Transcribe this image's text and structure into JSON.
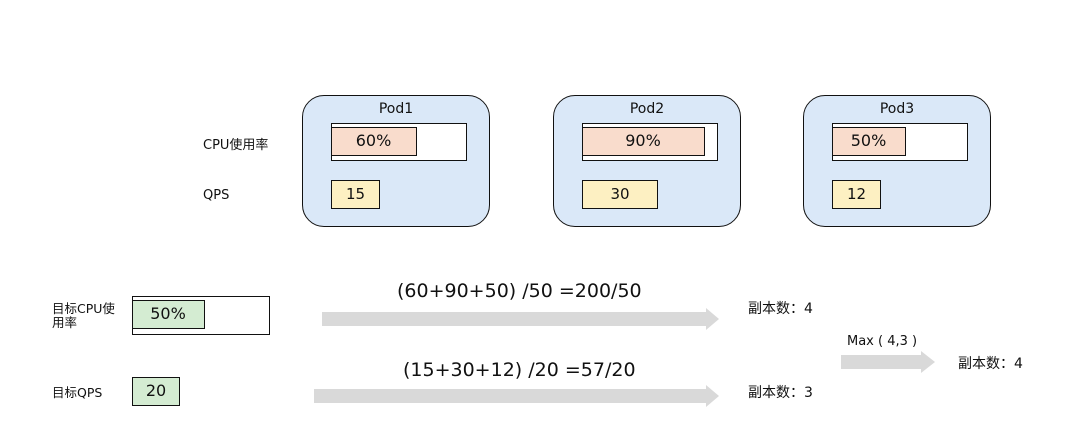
{
  "row_labels": {
    "cpu": "CPU使用率",
    "qps": "QPS"
  },
  "pods": [
    {
      "name": "Pod1",
      "cpu": "60%",
      "cpu_fraction": 0.6,
      "qps": "15"
    },
    {
      "name": "Pod2",
      "cpu": "90%",
      "cpu_fraction": 0.9,
      "qps": "30"
    },
    {
      "name": "Pod3",
      "cpu": "50%",
      "cpu_fraction": 0.5,
      "qps": "12"
    }
  ],
  "targets": {
    "cpu_label": "目标CPU使用率",
    "cpu_value": "50%",
    "cpu_fraction": 0.5,
    "qps_label": "目标QPS",
    "qps_value": "20"
  },
  "formulas": {
    "cpu": "(60+90+50) /50 =200/50",
    "qps": "(15+30+12) /20 =57/20"
  },
  "results": {
    "cpu": "副本数：4",
    "qps": "副本数：3",
    "max_label": "Max ( 4,3 )",
    "final": "副本数：4"
  },
  "colors": {
    "pod_bg": "#dae8f8",
    "cpu_fill": "#f9dccc",
    "qps_fill": "#fdf0c2",
    "target_fill": "#d4ecd2",
    "arrow": "#d9d9d9"
  }
}
